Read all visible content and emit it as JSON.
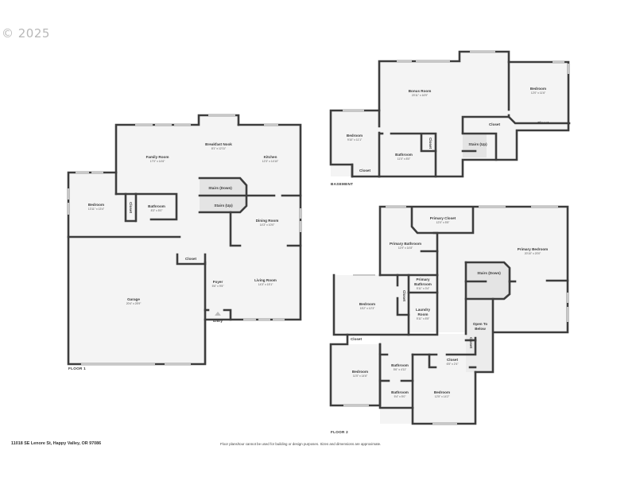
{
  "copyright": "© 2025",
  "footer": {
    "address": "11018 SE Lenore St, Happy Valley, OR 97086",
    "disclaimer": "Floor plans/tour cannot be used for building or design purposes. Sizes and dimensions are approximate."
  },
  "colors": {
    "wall": "#3d3d3d",
    "floor_fill": "#f4f4f4",
    "stairs_fill": "#e3e3e3",
    "window": "#c8c8c8"
  },
  "floors": {
    "floor1": {
      "label": "FLOOR 1",
      "rooms": {
        "breakfast_nook": {
          "name": "Breakfast Nook",
          "dim": "8'1\" x 12'11\""
        },
        "family_room": {
          "name": "Family Room",
          "dim": "17'0\" x 14'6\""
        },
        "kitchen": {
          "name": "Kitchen",
          "dim": "12'3\" x 14'10\""
        },
        "bedroom": {
          "name": "Bedroom",
          "dim": "13'11\" x 13'4\""
        },
        "closet_bedroom": {
          "name": "Closet"
        },
        "bathroom": {
          "name": "Bathroom",
          "dim": "8'3\" x 5'0\""
        },
        "stairs_down": {
          "name": "Stairs (Down)"
        },
        "stairs_up": {
          "name": "Stairs (Up)"
        },
        "dining_room": {
          "name": "Dining Room",
          "dim": "14'3\" x 10'0\""
        },
        "closet_foyer": {
          "name": "Closet"
        },
        "foyer": {
          "name": "Foyer",
          "dim": "5'6\" x 9'5\""
        },
        "living_room": {
          "name": "Living Room",
          "dim": "14'3\" x 15'1\""
        },
        "garage": {
          "name": "Garage",
          "dim": "20'4\" x 25'9\""
        },
        "entry": {
          "name": "Entry"
        }
      }
    },
    "basement": {
      "label": "BASEMENT",
      "rooms": {
        "bonus_room": {
          "name": "Bonus Room",
          "dim": "20'11\" x 16'9\""
        },
        "bedroom_right": {
          "name": "Bedroom",
          "dim": "12'0\" x 11'6\""
        },
        "closet_right": {
          "name": "Closet"
        },
        "closet_center": {
          "name": "Closet"
        },
        "bedroom_left": {
          "name": "Bedroom",
          "dim": "9'10\" x 11'1\""
        },
        "closet_left": {
          "name": "Closet"
        },
        "bathroom": {
          "name": "Bathroom",
          "dim": "11'0\" x 8'0\""
        },
        "closet_bath": {
          "name": "Closet"
        },
        "stairs_up": {
          "name": "Stairs (Up)"
        }
      }
    },
    "floor2": {
      "label": "FLOOR 2",
      "rooms": {
        "primary_closet": {
          "name": "Primary Closet",
          "dim": "12'0\" x 5'5\""
        },
        "primary_bathroom": {
          "name": "Primary Bathroom",
          "dim": "11'9\" x 14'8\""
        },
        "primary_bedroom": {
          "name": "Primary Bedroom",
          "dim": "20'10\" x 20'0\""
        },
        "stairs_down": {
          "name": "Stairs (Down)"
        },
        "primary_bathroom_small_1": {
          "name": "Primary"
        },
        "primary_bathroom_small_2": {
          "name": "Bathroom"
        },
        "primary_bathroom_small_dim": {
          "dim": "5'11\" x 3'4\""
        },
        "bedroom_left": {
          "name": "Bedroom",
          "dim": "15'2\" x 12'3\""
        },
        "closet_left": {
          "name": "Closet"
        },
        "laundry_1": {
          "name": "Laundry"
        },
        "laundry_2": {
          "name": "Room"
        },
        "laundry_dim": {
          "dim": "5'11\" x 8'5\""
        },
        "open_below_1": {
          "name": "Open To"
        },
        "open_below_2": {
          "name": "Below"
        },
        "closet_hall": {
          "name": "Closet"
        },
        "closet_bottom_left": {
          "name": "Closet"
        },
        "bedroom_bottom_left": {
          "name": "Bedroom",
          "dim": "11'5\" x 14'6\""
        },
        "bathroom_a": {
          "name": "Bathroom",
          "dim": "5'6\" x 4'11\""
        },
        "bathroom_b": {
          "name": "Bathroom",
          "dim": "5'4\" x 5'0\""
        },
        "closet_bedroom_br": {
          "name": "Closet",
          "dim": "6'5\" x 2'4\""
        },
        "bedroom_bottom_right": {
          "name": "Bedroom",
          "dim": "12'5\" x 14'2\""
        }
      }
    }
  }
}
